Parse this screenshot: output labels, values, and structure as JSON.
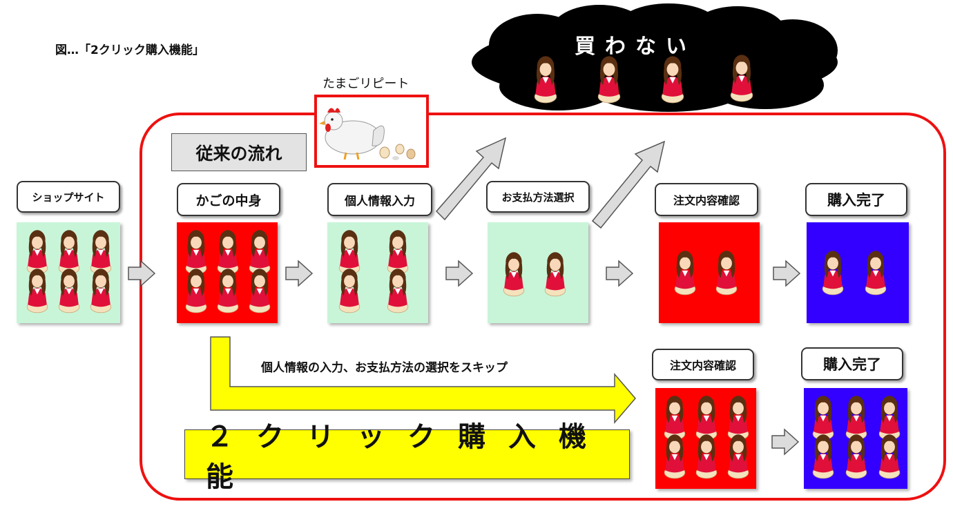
{
  "caption": "図…「2クリック購入機能」",
  "cloud": {
    "label": "買わない",
    "person_count": 4
  },
  "tamago": {
    "label": "たまごリピート"
  },
  "conventional_flow": {
    "title": "従来の流れ"
  },
  "steps": [
    {
      "id": "shop",
      "label": "ショップサイト",
      "bg": "#c8f5d8",
      "people": 6
    },
    {
      "id": "cart",
      "label": "かごの中身",
      "bg": "#ff0000",
      "people": 6
    },
    {
      "id": "personal",
      "label": "個人情報入力",
      "bg": "#c8f5d8",
      "people": 4
    },
    {
      "id": "payment",
      "label": "お支払方法選択",
      "bg": "#c8f5d8",
      "people": 2
    },
    {
      "id": "confirm",
      "label": "注文内容確認",
      "bg": "#ff0000",
      "people": 2
    },
    {
      "id": "complete",
      "label": "購入完了",
      "bg": "#3300ff",
      "people": 2
    }
  ],
  "shortcut": {
    "skip_text": "個人情報の入力、お支払方法の選択をスキップ",
    "confirm": {
      "label": "注文内容確認",
      "bg": "#ff0000",
      "people": 6
    },
    "complete": {
      "label": "購入完了",
      "bg": "#3300ff",
      "people": 6
    },
    "feature_label": "２クリック購入機能"
  },
  "colors": {
    "frame": "#ee1111",
    "highlight": "#ffff00",
    "cloud": "#000000",
    "arrow": "#dcdcdc"
  }
}
